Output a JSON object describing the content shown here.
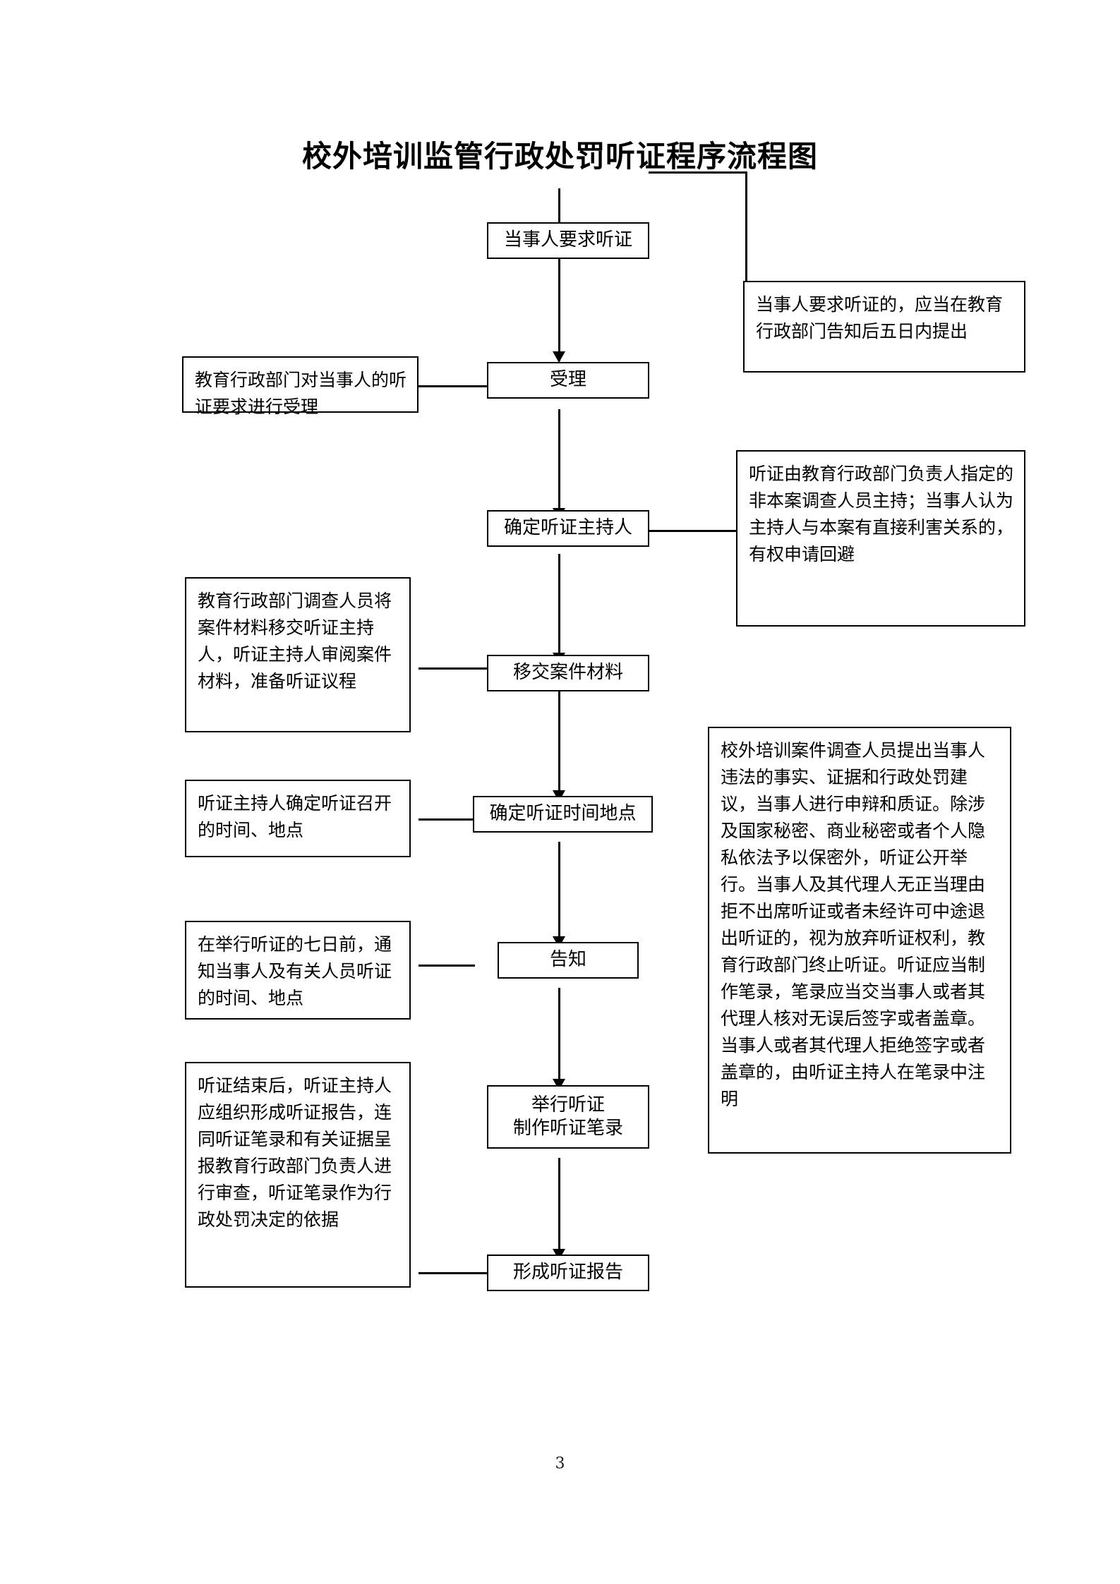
{
  "document": {
    "title": "校外培训监管行政处罚听证程序流程图",
    "page_number": "3"
  },
  "chart_data": {
    "type": "diagram",
    "title": "校外培训监管行政处罚听证程序流程图",
    "nodes": [
      {
        "id": "n1",
        "label": "当事人要求听证"
      },
      {
        "id": "n2",
        "label": "受理"
      },
      {
        "id": "n3",
        "label": "确定听证主持人"
      },
      {
        "id": "n4",
        "label": "移交案件材料"
      },
      {
        "id": "n5",
        "label": "确定听证时间地点"
      },
      {
        "id": "n6",
        "label": "告知"
      },
      {
        "id": "n7",
        "label": "举行听证\n制作听证笔录"
      },
      {
        "id": "n8",
        "label": "形成听证报告"
      }
    ],
    "edges": [
      {
        "from": "n1",
        "to": "n2"
      },
      {
        "from": "n2",
        "to": "n3"
      },
      {
        "from": "n3",
        "to": "n4"
      },
      {
        "from": "n4",
        "to": "n5"
      },
      {
        "from": "n5",
        "to": "n6"
      },
      {
        "from": "n6",
        "to": "n7"
      },
      {
        "from": "n7",
        "to": "n8"
      },
      {
        "from": "n1",
        "to": "a1"
      },
      {
        "from": "a2",
        "to": "n2"
      },
      {
        "from": "n3",
        "to": "a3"
      },
      {
        "from": "a4",
        "to": "n4"
      },
      {
        "from": "a5",
        "to": "n5"
      },
      {
        "from": "a6",
        "to": "n6"
      },
      {
        "from": "a7",
        "to": "n8"
      }
    ]
  },
  "flow": {
    "nodes": {
      "request_hearing": "当事人要求听证",
      "accept": "受理",
      "designate_host": "确定听证主持人",
      "transfer_materials": "移交案件材料",
      "set_time_place": "确定听证时间地点",
      "notify": "告知",
      "hold_hearing_line1": "举行听证",
      "hold_hearing_line2": "制作听证笔录",
      "form_report": "形成听证报告"
    },
    "notes": {
      "request_hearing_note": "当事人要求听证的，应当在教育行政部门告知后五日内提出",
      "accept_note": "教育行政部门对当事人的听证要求进行受理",
      "designate_host_note": "听证由教育行政部门负责人指定的非本案调查人员主持；当事人认为主持人与本案有直接利害关系的，有权申请回避",
      "transfer_materials_note": "教育行政部门调查人员将案件材料移交听证主持人，听证主持人审阅案件材料，准备听证议程",
      "set_time_place_note": "听证主持人确定听证召开的时间、地点",
      "notify_note": "在举行听证的七日前，通知当事人及有关人员听证的时间、地点",
      "hearing_detail_note": "校外培训案件调查人员提出当事人违法的事实、证据和行政处罚建议，当事人进行申辩和质证。除涉及国家秘密、商业秘密或者个人隐私依法予以保密外，听证公开举行。当事人及其代理人无正当理由拒不出席听证或者未经许可中途退出听证的，视为放弃听证权利，教育行政部门终止听证。听证应当制作笔录，笔录应当交当事人或者其代理人核对无误后签字或者盖章。当事人或者其代理人拒绝签字或者盖章的，由听证主持人在笔录中注明",
      "form_report_note": "听证结束后，听证主持人应组织形成听证报告，连同听证笔录和有关证据呈报教育行政部门负责人进行审查，听证笔录作为行政处罚决定的依据"
    }
  }
}
